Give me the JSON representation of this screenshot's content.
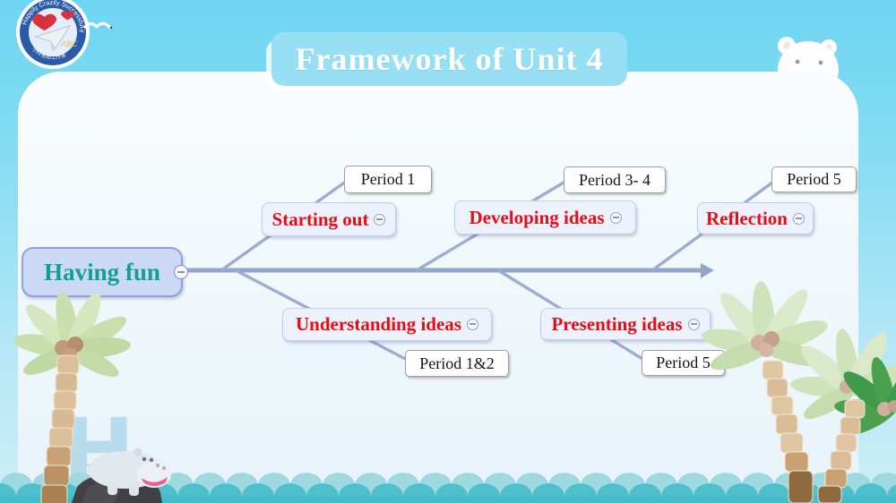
{
  "title": "Framework of Unit 4",
  "logo": {
    "ring_text": "Happily Crazily Successfully",
    "abc_text": "ABC",
    "studio_text": "小玲名师工作室"
  },
  "mindmap": {
    "root": "Having fun",
    "branches": [
      {
        "label": "Starting out",
        "period": "Period 1",
        "position": "top"
      },
      {
        "label": "Developing ideas",
        "period": "Period 3- 4",
        "position": "top"
      },
      {
        "label": "Reflection",
        "period": "Period 5",
        "position": "top"
      },
      {
        "label": "Understanding ideas",
        "period": "Period 1&2",
        "position": "bottom"
      },
      {
        "label": "Presenting ideas",
        "period": "Period 5",
        "position": "bottom"
      }
    ]
  },
  "watermark_letter": "H",
  "colors": {
    "sky": "#76d8f2",
    "banner": "#97e0f4",
    "card": "#f2f9fc",
    "line": "#93a5cc",
    "node_fill": "#edf1fb",
    "root_fill": "#ccd9f4",
    "root_text": "#12a095",
    "branch_text": "#e60e14",
    "wave_front": "#4ec0cc",
    "wave_back": "#9ed9e0"
  }
}
